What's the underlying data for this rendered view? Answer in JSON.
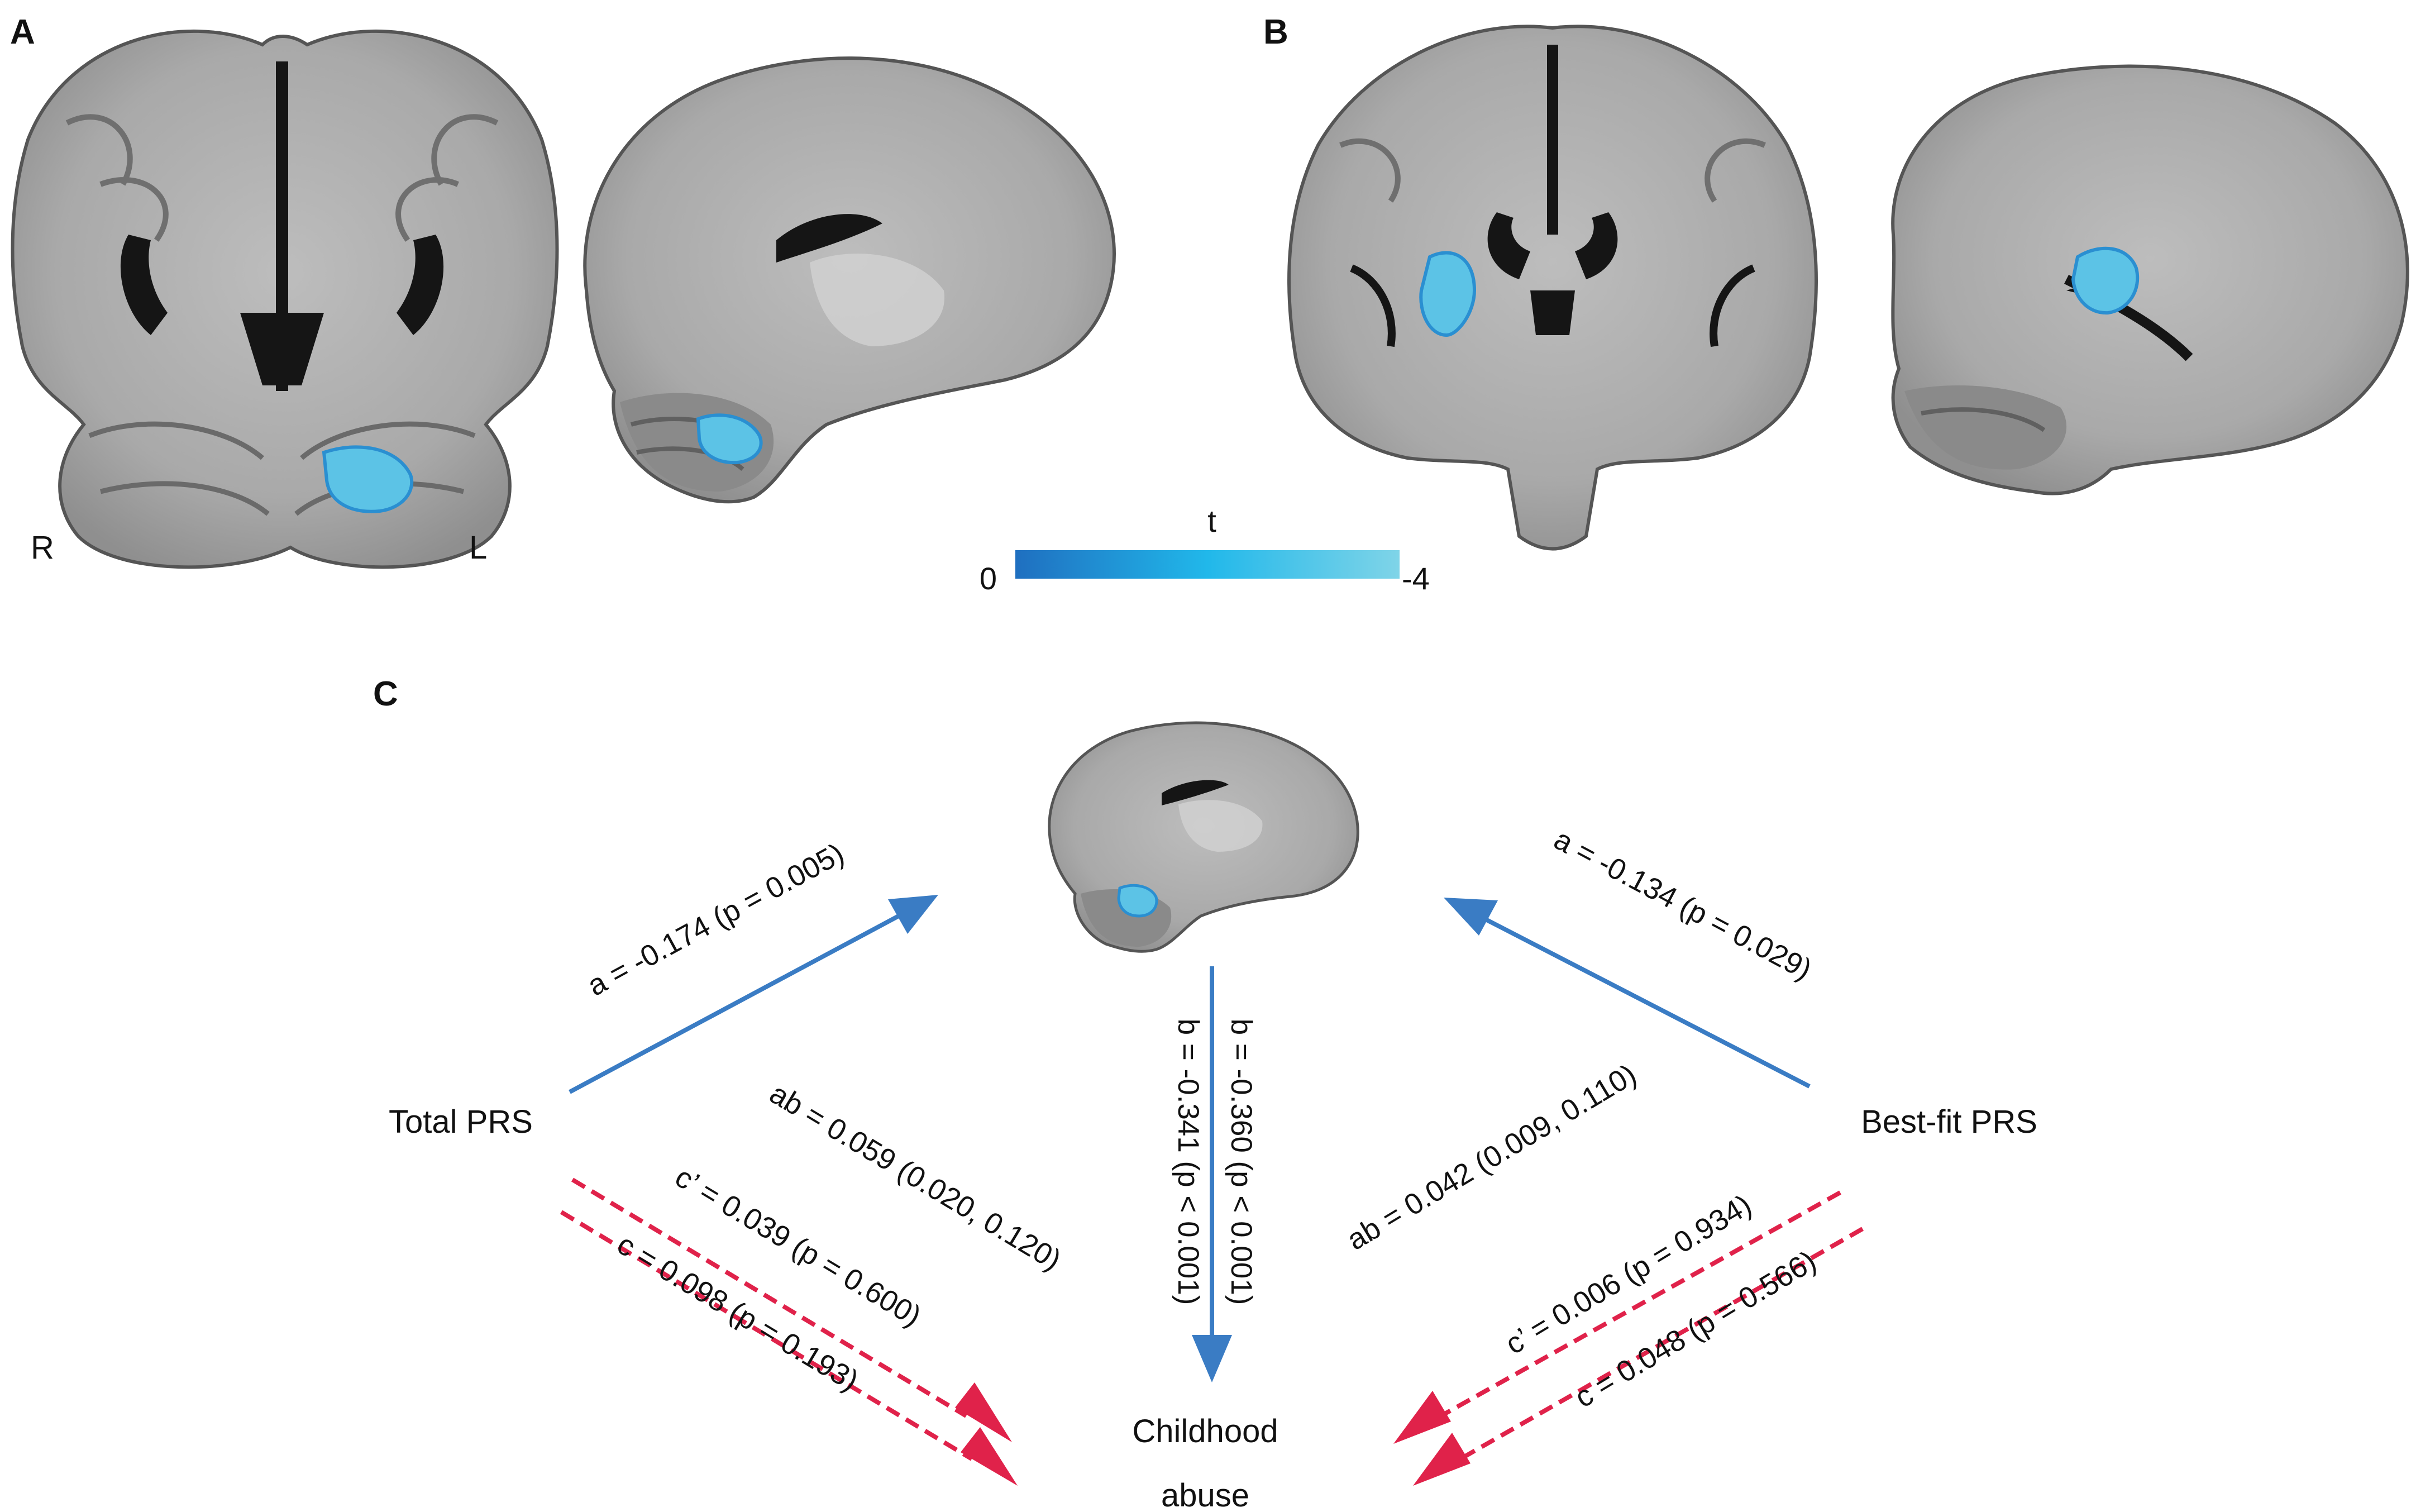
{
  "panels": {
    "a": "A",
    "b": "B",
    "c": "C"
  },
  "orientation": {
    "right": "R",
    "left": "L"
  },
  "colorbar": {
    "title": "t",
    "min_label": "0",
    "max_label": "-4",
    "colors": [
      "#1f6fc0",
      "#21b8ea",
      "#7fd4e8"
    ]
  },
  "nodes": {
    "left": "Total PRS",
    "right": "Best-fit PRS",
    "bottom_line1": "Childhood",
    "bottom_line2": "abuse"
  },
  "paths": {
    "left_a": "a = -0.174 (p = 0.005)",
    "left_ab": "ab = 0.059 (0.020, 0.120)",
    "left_c_prime": "c’ = 0.039 (p = 0.600)",
    "left_c": "c = 0.098 (p = 0.193)",
    "center_b_left": "b = -0.341 (p < 0.001)",
    "center_b_right": "b = -0.360 (p < 0.001)",
    "right_a": "a = -0.134 (p = 0.029)",
    "right_ab": "ab = 0.042 (0.009, 0.110)",
    "right_c_prime": "c’ = 0.006 (p = 0.934)",
    "right_c": "c = 0.048 (p = 0.566)"
  },
  "colors": {
    "significant": "#3a7cc4",
    "nonsignificant": "#e0224a",
    "cluster": "#5cc3e6"
  }
}
